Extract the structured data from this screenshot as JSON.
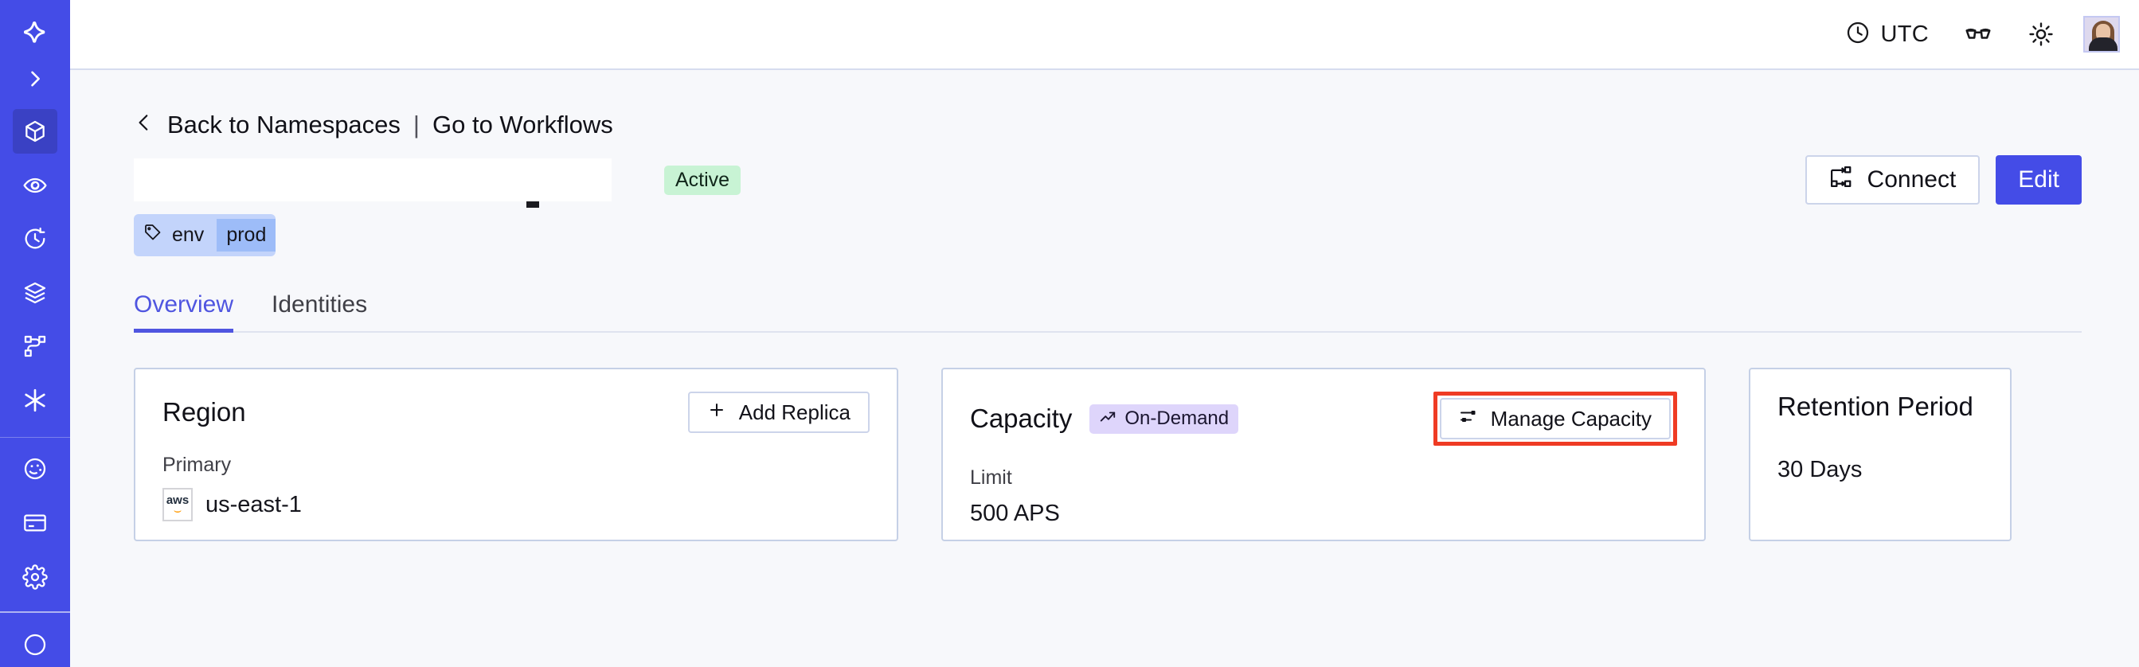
{
  "sidebar": {
    "logo_icon": "temporal-star-logo",
    "expand_icon": "chevron-right-icon",
    "items": [
      {
        "icon": "cube-icon",
        "name": "namespaces",
        "active": true
      },
      {
        "icon": "eye-icon",
        "name": "observe",
        "active": false
      },
      {
        "icon": "history-icon",
        "name": "history",
        "active": false
      },
      {
        "icon": "layers-icon",
        "name": "layers",
        "active": false
      },
      {
        "icon": "workflow-icon",
        "name": "workflows",
        "active": false
      },
      {
        "icon": "asterisk-icon",
        "name": "nexus",
        "active": false
      }
    ],
    "items_lower": [
      {
        "icon": "palette-icon",
        "name": "usage",
        "active": false
      },
      {
        "icon": "credit-card-icon",
        "name": "billing",
        "active": false
      },
      {
        "icon": "gear-icon",
        "name": "settings",
        "active": false
      }
    ]
  },
  "topbar": {
    "clock_icon": "clock-icon",
    "timezone": "UTC",
    "glasses_icon": "glasses-icon",
    "theme_icon": "sun-icon",
    "avatar_icon": "user-avatar"
  },
  "breadcrumb": {
    "back_icon": "chevron-left-icon",
    "back_label": "Back to Namespaces",
    "separator": "|",
    "workflows_label": "Go to Workflows"
  },
  "namespace": {
    "name": "",
    "status_badge": "Active",
    "tag_icon": "tag-icon",
    "tag_key": "env",
    "tag_value": "prod"
  },
  "actions": {
    "connect_icon": "connect-flow-icon",
    "connect_label": "Connect",
    "edit_label": "Edit"
  },
  "tabs": [
    {
      "label": "Overview",
      "active": true
    },
    {
      "label": "Identities",
      "active": false
    }
  ],
  "cards": {
    "region": {
      "title": "Region",
      "action_icon": "plus-icon",
      "action_label": "Add Replica",
      "label": "Primary",
      "provider_icon": "aws-logo",
      "value": "us-east-1"
    },
    "capacity": {
      "title": "Capacity",
      "badge_icon": "trend-up-icon",
      "badge_label": "On-Demand",
      "action_icon": "sliders-icon",
      "action_label": "Manage Capacity",
      "action_highlighted": true,
      "label": "Limit",
      "value": "500 APS"
    },
    "retention": {
      "title": "Retention Period",
      "value": "30 Days"
    }
  },
  "colors": {
    "brand": "#444ce7",
    "sidebar_active": "#3a41c4",
    "highlight": "#ef3b24",
    "badge_active_bg": "#c8f3d4",
    "badge_ondemand_bg": "#ded5fb",
    "tag_bg": "#c3d4fb",
    "page_bg": "#f7f8fb"
  }
}
